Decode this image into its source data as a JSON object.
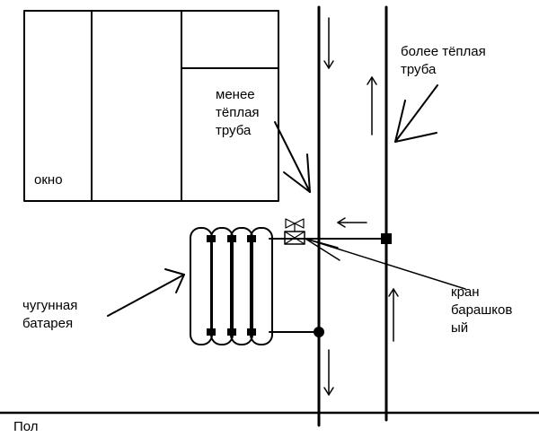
{
  "labels": {
    "window": "окно",
    "colder_pipe": [
      "менее",
      "тёплая",
      "труба"
    ],
    "warmer_pipe": [
      "более тёплая",
      "труба"
    ],
    "radiator": [
      "чугунная",
      "батарея"
    ],
    "valve": [
      "кран",
      "барашков",
      "ый"
    ],
    "floor": "Пол"
  }
}
